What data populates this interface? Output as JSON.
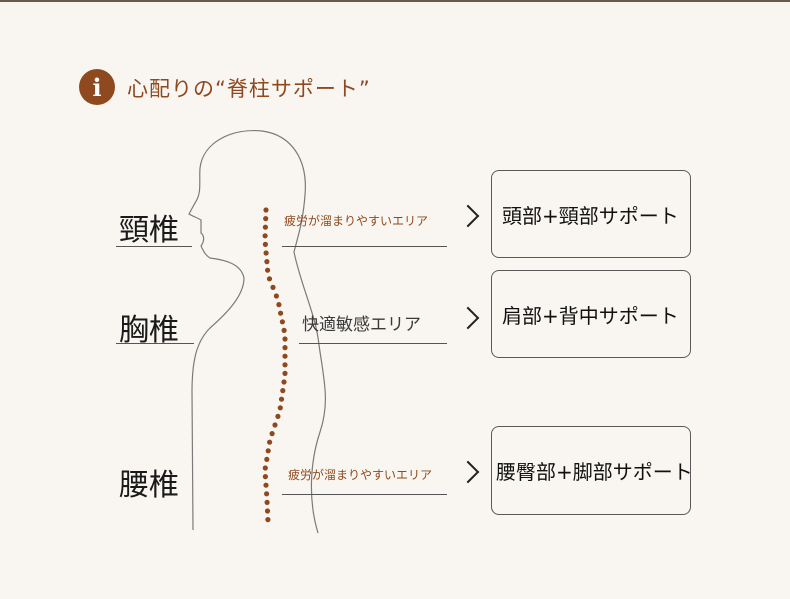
{
  "header": {
    "icon": "info-icon",
    "icon_glyph": "i",
    "title": "心配りの“脊柱サポート”"
  },
  "colors": {
    "accent": "#8e4a1e",
    "background": "#f9f6f1",
    "dots": "#8e4a1e"
  },
  "sections": [
    {
      "region": "頸椎",
      "note": "疲労が溜まりやすいエリア",
      "support": "頭部+頸部サポート"
    },
    {
      "region": "胸椎",
      "note": "快適敏感エリア",
      "support": "肩部+背中サポート"
    },
    {
      "region": "腰椎",
      "note": "疲労が溜まりやすいエリア",
      "support": "腰臀部+脚部サポート"
    }
  ]
}
